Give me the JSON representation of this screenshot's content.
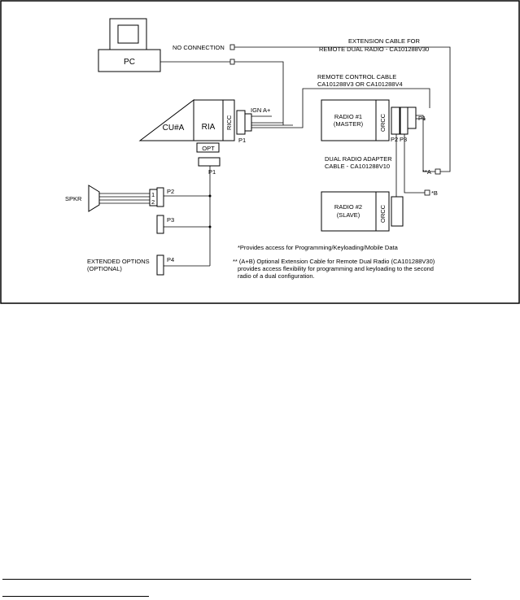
{
  "diagram": {
    "pc": "PC",
    "cu": "CU#A",
    "ria": "RIA",
    "ricc": "RICC",
    "opt": "OPT",
    "ign": "IGN A+",
    "no_connection": "NO CONNECTION",
    "ext_cable_1": "EXTENSION CABLE FOR",
    "ext_cable_2": "REMOTE DUAL RADIO - CA101288V30",
    "remote_cable_1": "REMOTE CONTROL CABLE",
    "remote_cable_2": "CA101288V3 OR CA101288V4",
    "radio1_1": "RADIO #1",
    "radio1_2": "(MASTER)",
    "radio2_1": "RADIO #2",
    "radio2_2": "(SLAVE)",
    "orcc": "ORCC",
    "dual_adapter_1": "DUAL RADIO ADAPTER",
    "dual_adapter_2": "CABLE - CA101288V10",
    "marker_a": "**A",
    "marker_b": "*B",
    "spkr": "SPKR",
    "pin1": "1",
    "pin2": "2",
    "p1": "P1",
    "p2": "P2",
    "p3": "P3",
    "p4": "P4",
    "ext_options_1": "EXTENDED OPTIONS",
    "ext_options_2": "(OPTIONAL)",
    "note1": "*Provides access for Programming/Keyloading/Mobile Data",
    "note2_1": "** (A+B) Optional Extension Cable for Remote Dual Radio (CA101288V30)",
    "note2_2": "provides access flexibility for programming and keyloading to the second",
    "note2_3": "radio of a dual configuration."
  }
}
